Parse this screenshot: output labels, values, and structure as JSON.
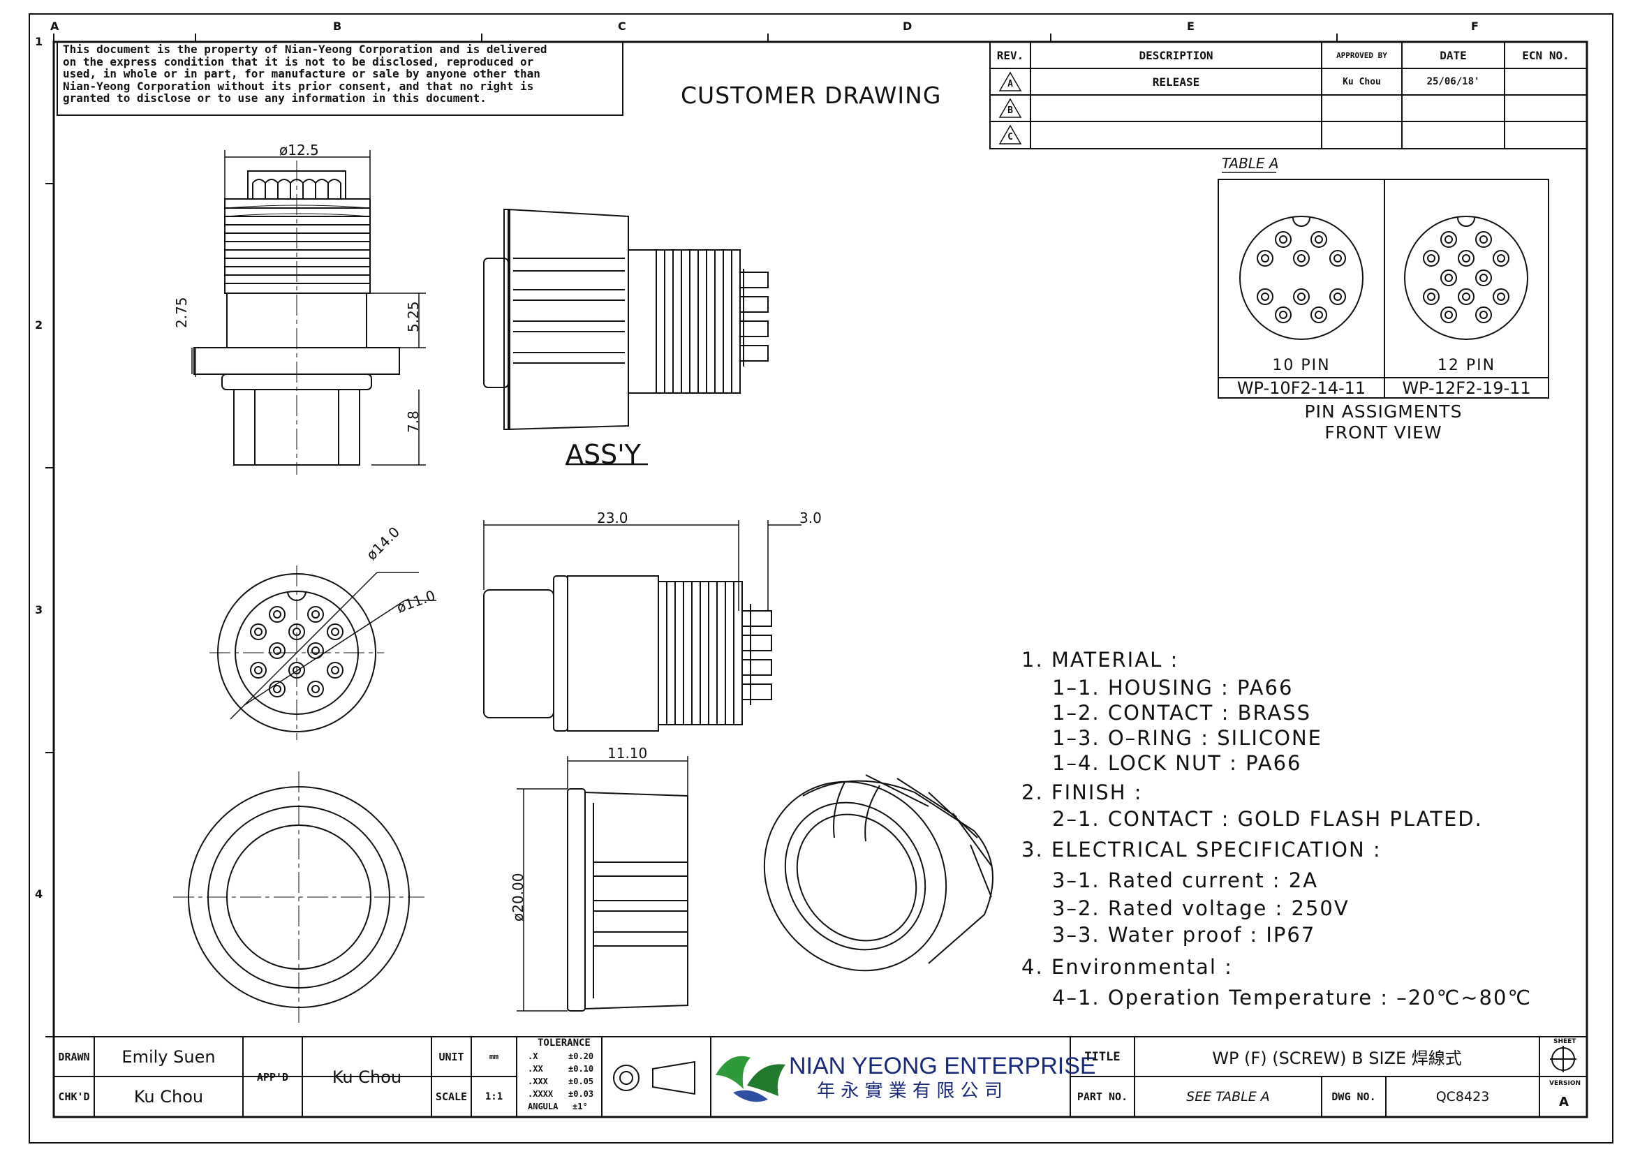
{
  "notice": {
    "lines": [
      "This document is the property of Nian-Yeong Corporation and is delivered",
      "on  the  express condition that it is not to be disclosed, reproduced or",
      "used, in whole or in part, for manufacture or sale by anyone other than",
      "Nian-Yeong Corporation without  its prior consent, and that  no right  is",
      "granted to disclose or to use any information in this  document."
    ]
  },
  "heading": "CUSTOMER  DRAWING",
  "grid": {
    "cols": [
      "A",
      "B",
      "C",
      "D",
      "E",
      "F"
    ],
    "rows": [
      "1",
      "2",
      "3",
      "4"
    ]
  },
  "revision_table": {
    "headers": [
      "REV.",
      "DESCRIPTION",
      "APPROVED BY",
      "DATE",
      "ECN NO."
    ],
    "rows": [
      {
        "rev": "A",
        "description": "RELEASE",
        "approved": "Ku Chou",
        "date": "25/06/18'",
        "ecn": ""
      },
      {
        "rev": "B",
        "description": "",
        "approved": "",
        "date": "",
        "ecn": ""
      },
      {
        "rev": "C",
        "description": "",
        "approved": "",
        "date": "",
        "ecn": ""
      }
    ]
  },
  "table_a": {
    "title": "TABLE A",
    "columns": [
      {
        "pins": "10 PIN",
        "part": "WP-10F2-14-11"
      },
      {
        "pins": "12 PIN",
        "part": "WP-12F2-19-11"
      }
    ],
    "caption_1": "PIN  ASSIGMENTS",
    "caption_2": "FRONT  VIEW"
  },
  "views": {
    "assy_label": "ASS'Y"
  },
  "dimensions": {
    "d12_5": "ø12.5",
    "d2_75": "2.75",
    "d5_25": "5.25",
    "d7_8": "7.8",
    "d23_0": "23.0",
    "d3_0": "3.0",
    "d14_0": "ø14.0",
    "d11_0": "ø11.0",
    "d11_10": "11.10",
    "d20_00": "ø20.00"
  },
  "specs": [
    {
      "text": "1.  MATERIAL  :",
      "indent": false
    },
    {
      "text": "1–1.  HOUSING  :  PA66",
      "indent": true
    },
    {
      "text": "1–2.  CONTACT  :  BRASS",
      "indent": true
    },
    {
      "text": "1–3.  O–RING  :  SILICONE",
      "indent": true
    },
    {
      "text": "1–4.  LOCK  NUT  :  PA66",
      "indent": true
    },
    {
      "text": "2.  FINISH  :",
      "indent": false
    },
    {
      "text": "2–1.  CONTACT  :  GOLD  FLASH  PLATED.",
      "indent": true
    },
    {
      "text": "3.  ELECTRICAL  SPECIFICATION  :",
      "indent": false
    },
    {
      "text": "3–1.  Rated  current  :  2A",
      "indent": true
    },
    {
      "text": "3–2.  Rated  voltage  :  250V",
      "indent": true
    },
    {
      "text": "3–3.  Water  proof  :  IP67",
      "indent": true
    },
    {
      "text": "4.  Environmental  :",
      "indent": false
    },
    {
      "text": "4–1.  Operation  Temperature  :  –20℃~80℃",
      "indent": true
    }
  ],
  "title_block": {
    "drawn_label": "DRAWN",
    "drawn_value": "Emily Suen",
    "chkd_label": "CHK'D",
    "chkd_value": "Ku Chou",
    "appd_label": "APP'D",
    "appd_value": "Ku Chou",
    "unit_label": "UNIT",
    "unit_value": "mm",
    "scale_label": "SCALE",
    "scale_value": "1:1",
    "tolerance_title": "TOLERANCE",
    "tolerance_rows": [
      {
        "k": ".X",
        "v": "±0.20"
      },
      {
        "k": ".XX",
        "v": "±0.10"
      },
      {
        "k": ".XXX",
        "v": "±0.05"
      },
      {
        "k": ".XXXX",
        "v": "±0.03"
      },
      {
        "k": "ANGULA",
        "v": "±1°"
      }
    ],
    "company_en": "NIAN YEONG ENTERPRISE",
    "company_zh": "年 永 實 業 有 限 公 司",
    "title_label": "TITLE",
    "title_value": "WP (F) (SCREW) B SIZE 焊線式",
    "partno_label": "PART NO.",
    "partno_value": "SEE TABLE A",
    "dwgno_label": "DWG NO.",
    "dwgno_value": "QC8423",
    "sheet_label": "SHEET",
    "version_label": "VERSION",
    "version_value": "A"
  }
}
